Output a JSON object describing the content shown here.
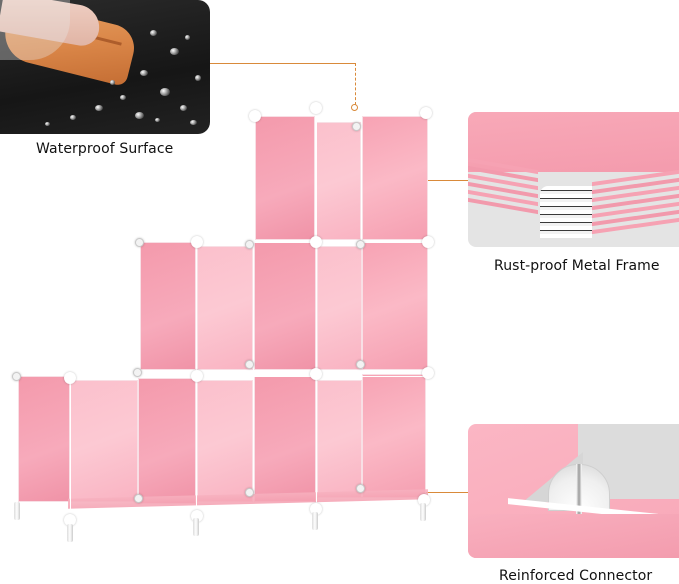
{
  "product": {
    "type": "6-cube pink storage organizer",
    "cube_layout": "staircase 3-2-1 cubes",
    "colors": {
      "panel_pink": "#f7a9b9",
      "panel_light": "#fcc9d3",
      "frame_white": "#ffffff",
      "callout_line": "#d98a3a",
      "surface_dark": "#1e1e1e",
      "caption_text": "#111111"
    }
  },
  "callouts": [
    {
      "id": "waterproof",
      "label": "Waterproof Surface",
      "position": "top-left"
    },
    {
      "id": "metal-frame",
      "label": "Rust-proof Metal Frame",
      "position": "right-middle"
    },
    {
      "id": "connector",
      "label": "Reinforced Connector",
      "position": "right-bottom"
    }
  ]
}
